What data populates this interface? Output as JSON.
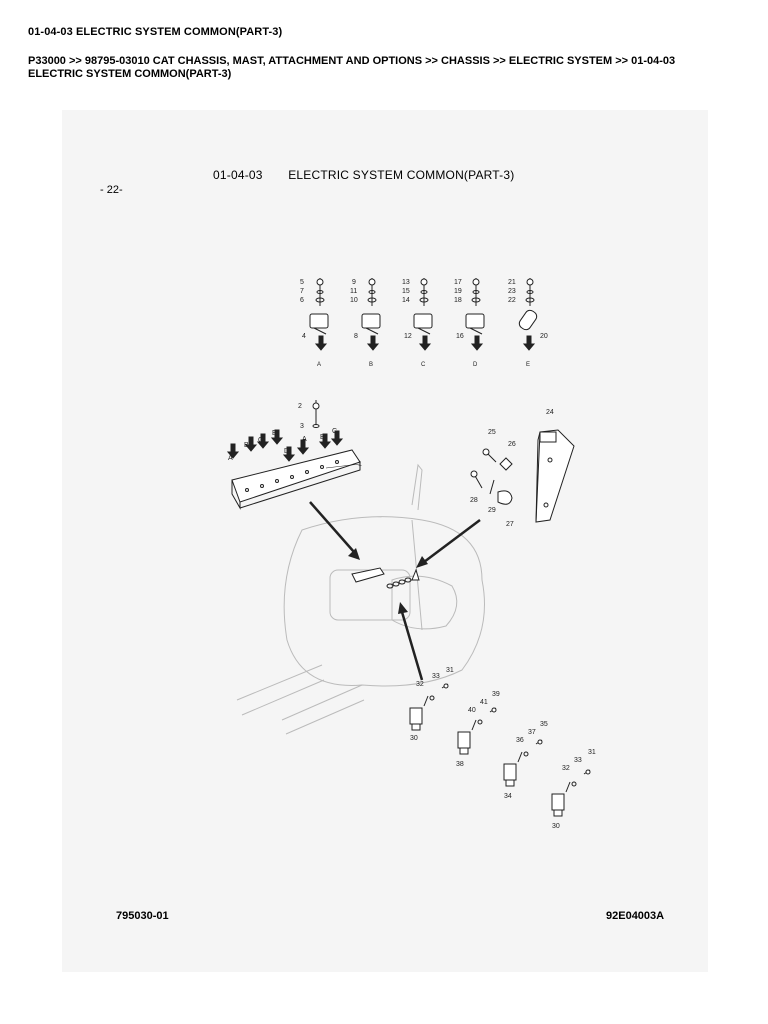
{
  "header": {
    "title": "01-04-03 ELECTRIC SYSTEM COMMON(PART-3)",
    "breadcrumb": "P33000 >> 98795-03010 CAT CHASSIS, MAST, ATTACHMENT AND OPTIONS >> CHASSIS >> ELECTRIC SYSTEM >> 01-04-03 ELECTRIC SYSTEM COMMON(PART-3)"
  },
  "diagram": {
    "title_code": "01-04-03",
    "title_text": "ELECTRIC SYSTEM COMMON(PART-3)",
    "page_mark": "- 22-",
    "footer_left": "795030-01",
    "footer_right": "92E04003A",
    "relay_groups": [
      {
        "top_labels": [
          "5",
          "7",
          "6"
        ],
        "body_label": "4",
        "letter": "A"
      },
      {
        "top_labels": [
          "9",
          "11",
          "10"
        ],
        "body_label": "8",
        "letter": "B"
      },
      {
        "top_labels": [
          "13",
          "15",
          "14"
        ],
        "body_label": "12",
        "letter": "C"
      },
      {
        "top_labels": [
          "17",
          "19",
          "18"
        ],
        "body_label": "16",
        "letter": "D"
      },
      {
        "top_labels": [
          "21",
          "23",
          "22"
        ],
        "body_label": "20",
        "letter": "E"
      }
    ],
    "plate_labels": [
      "2",
      "3",
      "1",
      "A",
      "B",
      "C",
      "E",
      "D",
      "A",
      "B",
      "C"
    ],
    "bracket_labels": [
      "24",
      "25",
      "26",
      "28",
      "29",
      "27"
    ],
    "unit_groups": [
      {
        "labels": [
          "31",
          "33",
          "32",
          "30"
        ]
      },
      {
        "labels": [
          "39",
          "41",
          "40",
          "38"
        ]
      },
      {
        "labels": [
          "35",
          "37",
          "36",
          "34"
        ]
      },
      {
        "labels": [
          "31",
          "33",
          "32",
          "30"
        ]
      }
    ]
  }
}
